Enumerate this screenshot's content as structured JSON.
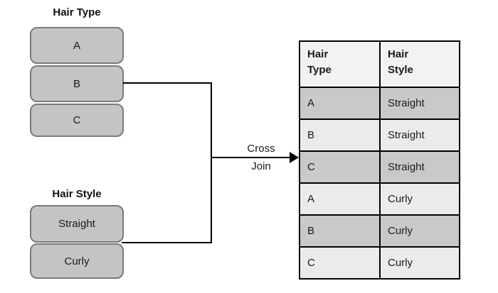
{
  "diagram": {
    "hair_type_group": {
      "title": "Hair Type",
      "items": [
        "A",
        "B",
        "C"
      ]
    },
    "hair_style_group": {
      "title": "Hair Style",
      "items": [
        "Straight",
        "Curly"
      ]
    },
    "operation": {
      "line1": "Cross",
      "line2": "Join"
    },
    "result_table": {
      "headers": [
        "Hair\nType",
        "Hair\nStyle"
      ],
      "rows": [
        {
          "hair_type": "A",
          "hair_style": "Straight"
        },
        {
          "hair_type": "B",
          "hair_style": "Straight"
        },
        {
          "hair_type": "C",
          "hair_style": "Straight"
        },
        {
          "hair_type": "A",
          "hair_style": "Curly"
        },
        {
          "hair_type": "B",
          "hair_style": "Curly"
        },
        {
          "hair_type": "C",
          "hair_style": "Curly"
        }
      ]
    },
    "colors": {
      "box_fill": "#c4c4c4",
      "box_border": "#7a7a7a",
      "table_row_dark": "#c9c9c9",
      "table_row_light": "#ebebeb",
      "table_header_bg": "#f2f2f2",
      "line": "#000000"
    }
  }
}
